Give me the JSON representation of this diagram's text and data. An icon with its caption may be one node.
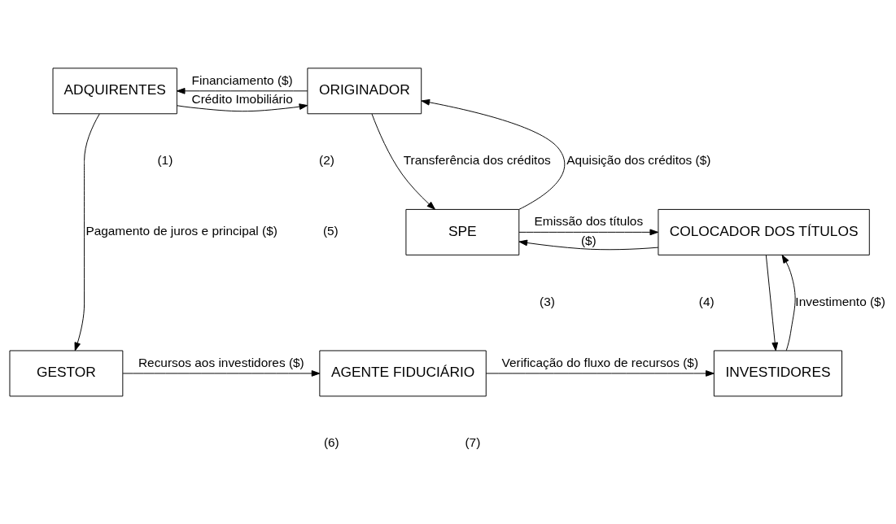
{
  "diagram": {
    "nodes": [
      {
        "text": [
          "ADQUIRENTES"
        ]
      },
      {
        "text": [
          "ORIGINADOR"
        ]
      },
      {
        "text": [
          "SPE"
        ]
      },
      {
        "text": [
          "COLOCADOR DOS TÍTULOS"
        ]
      },
      {
        "text": [
          "GESTOR"
        ]
      },
      {
        "text": [
          "AGENTE FIDUCIÁRIO"
        ]
      },
      {
        "text": [
          "INVESTIDORES"
        ]
      }
    ],
    "edges": [
      {
        "from": 1,
        "to": 0,
        "arrow": "to",
        "label": "Financiamento ($)"
      },
      {
        "from": 0,
        "to": 1,
        "arrow": "to",
        "label": "Crédito Imobiliário"
      },
      {
        "from": 2,
        "to": 1,
        "arrow": "to",
        "label": "Aquisição dos créditos ($)"
      },
      {
        "from": 1,
        "to": 2,
        "arrow": "to",
        "label": "Transferência dos créditos"
      },
      {
        "from": 3,
        "to": 2,
        "arrow": "to",
        "label": "($)"
      },
      {
        "from": 2,
        "to": 3,
        "arrow": "to",
        "label": "Emissão dos títulos"
      },
      {
        "from": 6,
        "to": 3,
        "arrow": "to",
        "label": "Investimento ($)"
      },
      {
        "from": 3,
        "to": 6,
        "arrow": "to"
      },
      {
        "from": 0,
        "to": 4,
        "arrow": "to",
        "label": "Pagamento de juros e principal ($)"
      },
      {
        "from": 4,
        "to": 5,
        "arrow": "to",
        "label": "Recursos aos investidores ($)"
      },
      {
        "from": 5,
        "to": 6,
        "arrow": "to",
        "label": "Verificação do fluxo de recursos ($)"
      }
    ],
    "labels": [
      "(1)",
      "(2)",
      "(3)",
      "(4)",
      "(5)",
      "(6)",
      "(7)"
    ]
  }
}
